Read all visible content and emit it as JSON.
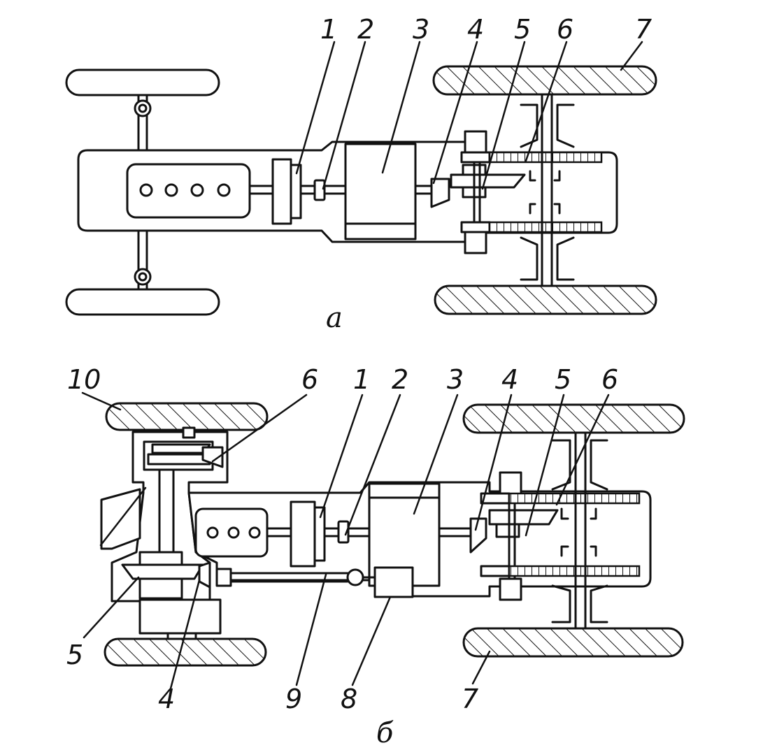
{
  "diagrams": [
    {
      "caption": "а",
      "callouts": [
        "1",
        "2",
        "3",
        "4",
        "5",
        "6",
        "7"
      ]
    },
    {
      "caption": "б",
      "callouts": [
        "10",
        "6",
        "1",
        "2",
        "3",
        "4",
        "5",
        "6",
        "5",
        "4",
        "9",
        "8",
        "7"
      ]
    }
  ],
  "icons": [
    "engine-cylinder-icon",
    "tire-icon",
    "gear-icon",
    "steering-pivot-icon"
  ]
}
